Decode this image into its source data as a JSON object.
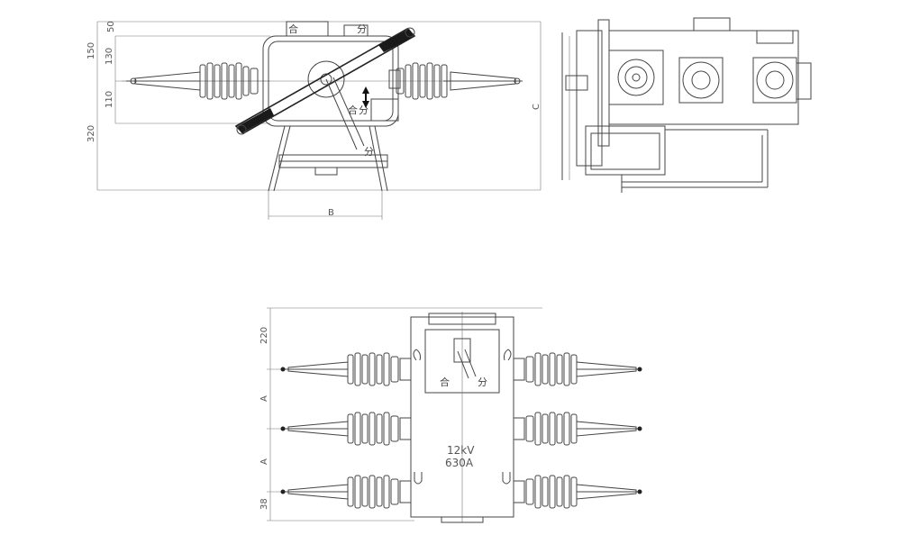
{
  "front_view": {
    "dims": {
      "d50": "50",
      "d150": "150",
      "d130": "130",
      "d110": "110",
      "d320": "320",
      "B": "B",
      "C": "C"
    },
    "labels": {
      "he_top": "合",
      "fen_top": "分",
      "he_mid": "合",
      "fen_mid": "分",
      "fen_low": "分"
    }
  },
  "top_view": {
    "dims": {
      "d220": "220",
      "A1": "A",
      "A2": "A",
      "d38": "38"
    },
    "labels": {
      "he": "合",
      "fen": "分",
      "voltage": "12kV",
      "current": "630A"
    }
  }
}
